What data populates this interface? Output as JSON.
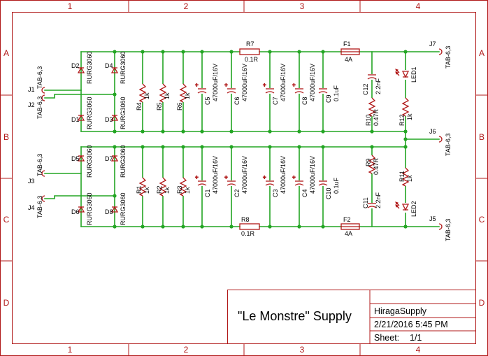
{
  "frame": {
    "cols": [
      "1",
      "2",
      "3",
      "4"
    ],
    "rows": [
      "A",
      "B",
      "C",
      "D"
    ]
  },
  "title_block": {
    "title": "\"Le Monstre\" Supply",
    "name": "HiragaSupply",
    "date": "2/21/2016 5:45 PM",
    "sheet_label": "Sheet:",
    "sheet_value": "1/1"
  },
  "components": {
    "J1": "J1",
    "J2": "J2",
    "J3": "J3",
    "J4": "J4",
    "J5": "J5",
    "J6": "J6",
    "J7": "J7",
    "tab": "TAB-6,3",
    "D1": "D1",
    "D2": "D2",
    "D3": "D3",
    "D4": "D4",
    "D5": "D5",
    "D6": "D6",
    "D7": "D7",
    "D8": "D8",
    "diode_value": "RURG3060",
    "R1": "R1",
    "R2": "R2",
    "R3": "R3",
    "R4": "R4",
    "R5": "R5",
    "R6": "R6",
    "r_value": "1k",
    "C1": "C1",
    "C2": "C2",
    "C3": "C3",
    "C4": "C4",
    "C5": "C5",
    "C6": "C6",
    "C7": "C7",
    "C8": "C8",
    "cap_value": "47000uF/16V",
    "C9": "C9",
    "C10": "C10",
    "c9_value": "0.1uF",
    "R7": "R7",
    "R8": "R8",
    "r78_value": "0.1R",
    "F1": "F1",
    "F2": "F2",
    "fuse_value": "4A",
    "C11": "C11",
    "C12": "C12",
    "c11_value": "2.2nF",
    "R9": "R9",
    "R10": "R10",
    "r910_value": "0.47R",
    "R11": "R11",
    "R12": "R12",
    "LED1": "LED1",
    "LED2": "LED2"
  }
}
